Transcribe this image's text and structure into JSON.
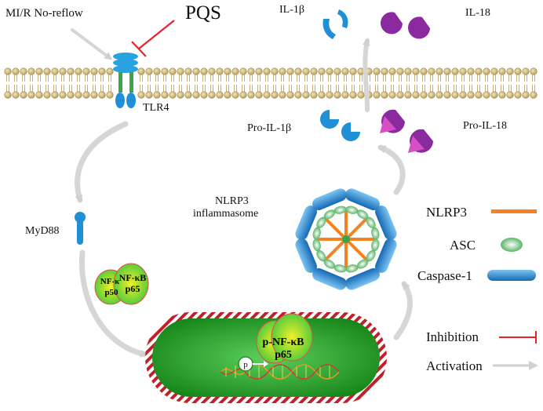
{
  "labels": {
    "mir_noreflow": "MI/R No-reflow",
    "pqs": "PQS",
    "tlr4": "TLR4",
    "il1b": "IL-1β",
    "il18": "IL-18",
    "pro_il1b": "Pro-IL-1β",
    "pro_il18": "Pro-IL-18",
    "myd88": "MyD88",
    "nlrp3_inflammasome_line1": "NLRP3",
    "nlrp3_inflammasome_line2": "inflammasome",
    "nfkb_p50_line1": "NF-κ",
    "nfkb_p50_line2": "p50",
    "nfkb_p65_line1": "NF-κB",
    "nfkb_p65_line2": "p65",
    "p_nfkb_line1": "p-NF-κB",
    "p_nfkb_line2": "p65",
    "phospho": "p"
  },
  "legend": {
    "nlrp3": "NLRP3",
    "asc": "ASC",
    "caspase1": "Caspase-1",
    "inhibition": "Inhibition",
    "activation": "Activation"
  },
  "colors": {
    "nlrp3": "#f58220",
    "asc": "#3aa64a",
    "caspase": "#1f8fd6",
    "inhibition": "#e8232a",
    "activation": "#d0d0d0",
    "pro_il18": "#d64fc4",
    "il18": "#8a2a9e",
    "nucleus": "#2f9a2f",
    "membrane": "#d8c48a"
  }
}
